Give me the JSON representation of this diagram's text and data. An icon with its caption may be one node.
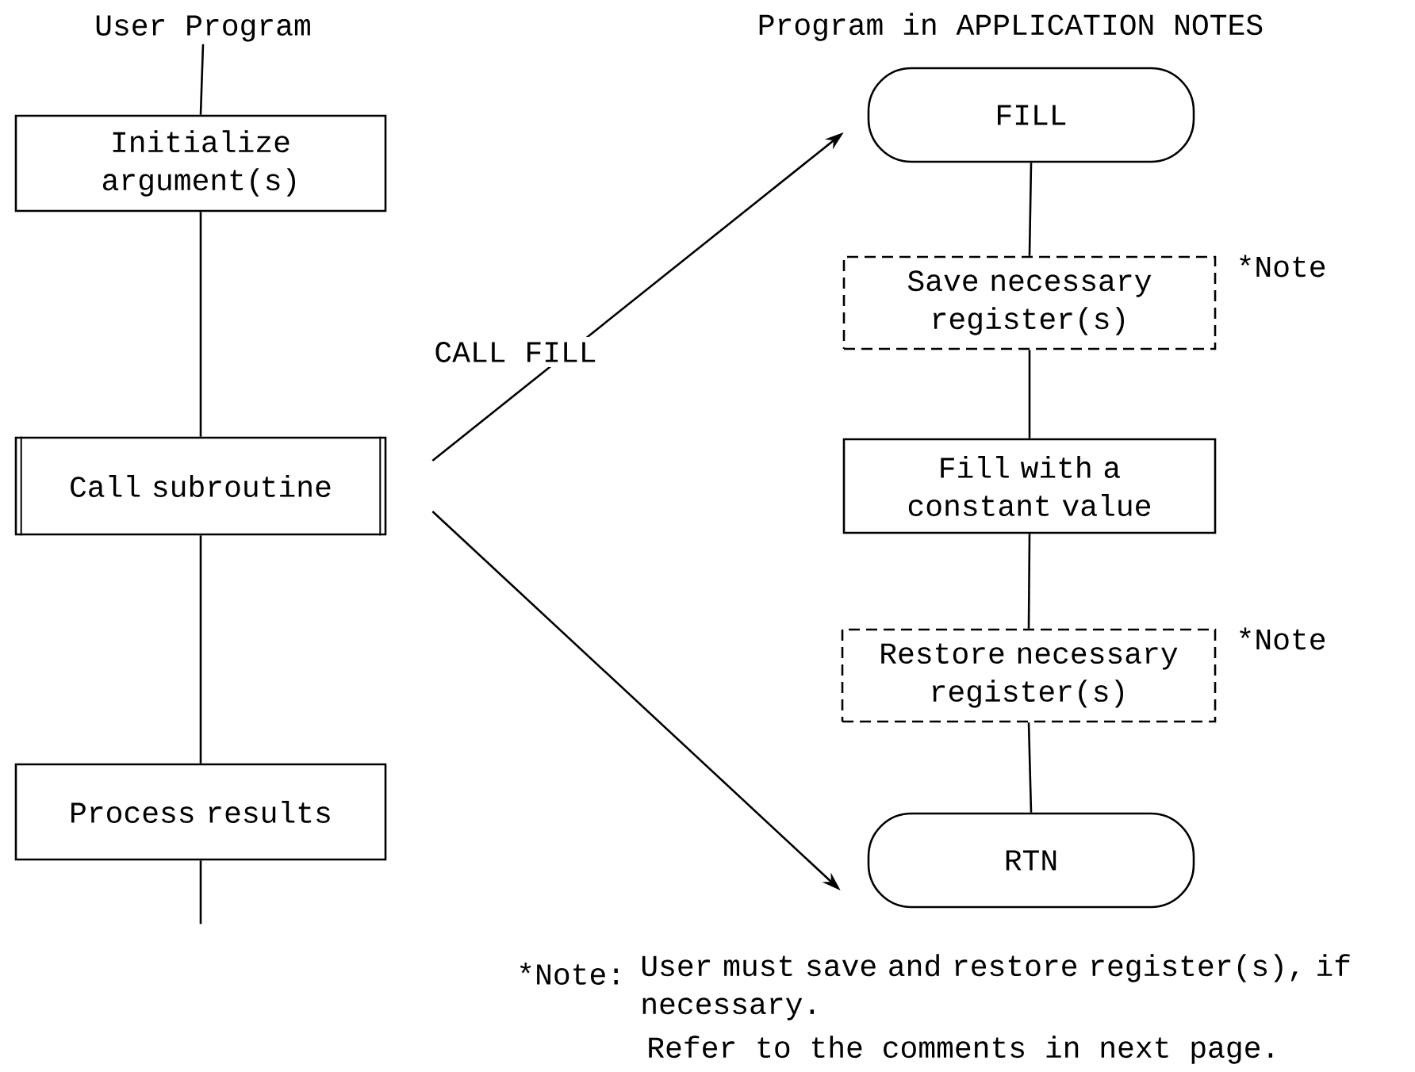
{
  "diagram": {
    "nodes": [
      {
        "text": [
          "User Program"
        ]
      },
      {
        "text": [
          "Initialize argument(s)"
        ]
      },
      {
        "text": [
          "Call subroutine"
        ]
      },
      {
        "text": [
          "Process results"
        ]
      },
      {
        "text": [
          "FILL"
        ]
      },
      {
        "text": [
          "Save necessary register(s)"
        ],
        "beside": [
          "*Note"
        ]
      },
      {
        "text": [
          "Fill with a constant value"
        ]
      },
      {
        "text": [
          "Restore necessary register(s)"
        ],
        "beside": [
          "*Note"
        ]
      },
      {
        "text": [
          "RTN"
        ]
      }
    ],
    "edges": [
      {
        "from": 0,
        "to": 1,
        "arrow": "none"
      },
      {
        "from": 1,
        "to": 2,
        "arrow": "none"
      },
      {
        "from": 2,
        "to": 3,
        "arrow": "none"
      },
      {
        "from": 3,
        "to": null,
        "arrow": "none"
      },
      {
        "from": 2,
        "to": 4,
        "arrow": "to",
        "label": "CALL FILL"
      },
      {
        "from": 2,
        "to": 8,
        "arrow": "to"
      },
      {
        "from": 4,
        "to": 5,
        "arrow": "none"
      },
      {
        "from": 5,
        "to": 6,
        "arrow": "none"
      },
      {
        "from": 6,
        "to": 7,
        "arrow": "none"
      },
      {
        "from": 7,
        "to": 8,
        "arrow": "none"
      }
    ],
    "labels": [
      "Program in APPLICATION NOTES",
      "*Note:",
      "User must save and restore register(s), if necessary.",
      "Refer to the comments in next page."
    ]
  }
}
